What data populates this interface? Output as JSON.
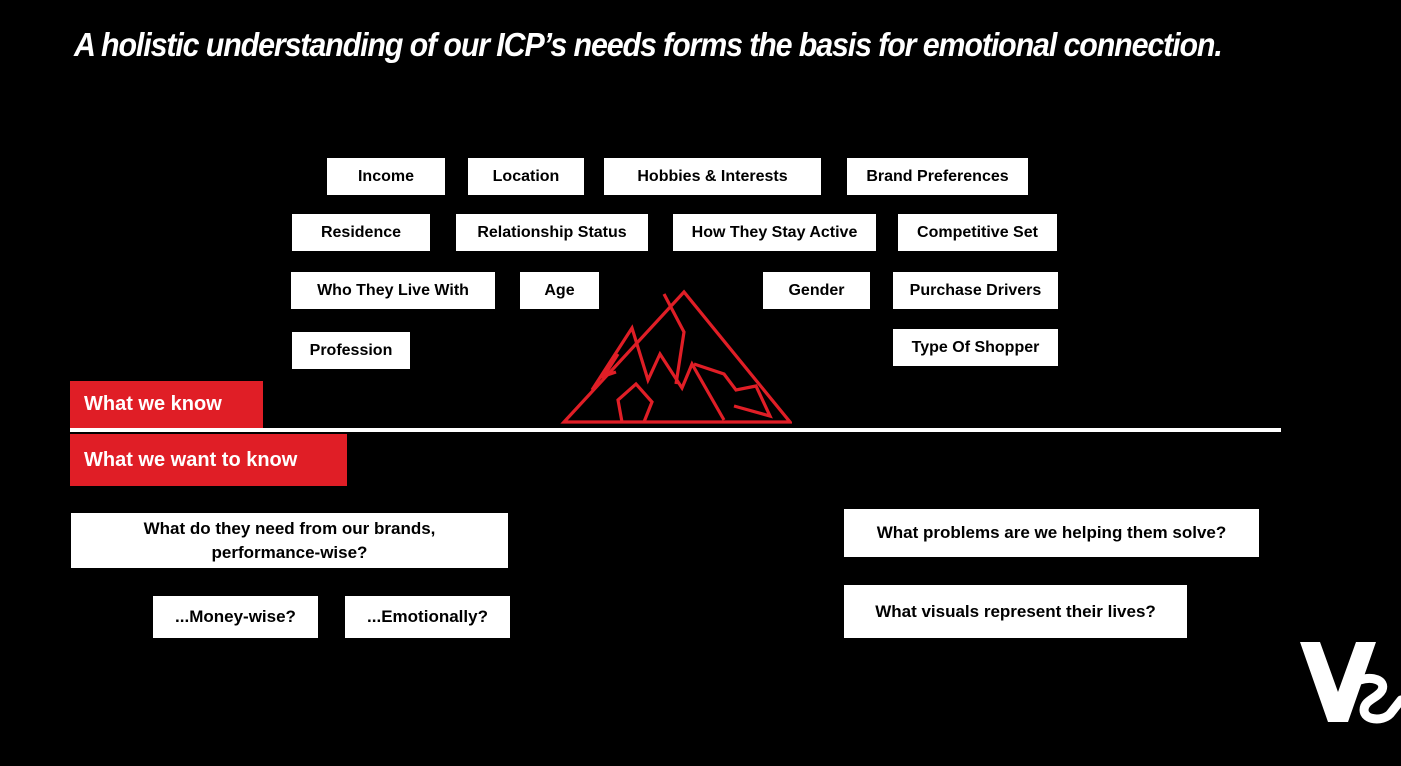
{
  "title": "A holistic understanding of our ICP’s needs forms the basis for emotional connection.",
  "colors": {
    "accent": "#e01e26",
    "background": "#000000",
    "box": "#ffffff"
  },
  "know": {
    "label": "What we know",
    "tags": [
      "Income",
      "Location",
      "Hobbies & Interests",
      "Brand Preferences",
      "Residence",
      "Relationship Status",
      "How They Stay Active",
      "Competitive Set",
      "Who They Live With",
      "Age",
      "Gender",
      "Purchase Drivers",
      "Profession",
      "Type Of Shopper"
    ]
  },
  "want": {
    "label": "What we want to know",
    "questions": [
      "What do they need from our brands, performance-wise?",
      "...Money-wise?",
      "...Emotionally?",
      "What problems are we helping them solve?",
      "What visuals represent their lives?"
    ]
  },
  "icons": {
    "mountain": "mountain-icon",
    "logo": "brand-logo"
  }
}
